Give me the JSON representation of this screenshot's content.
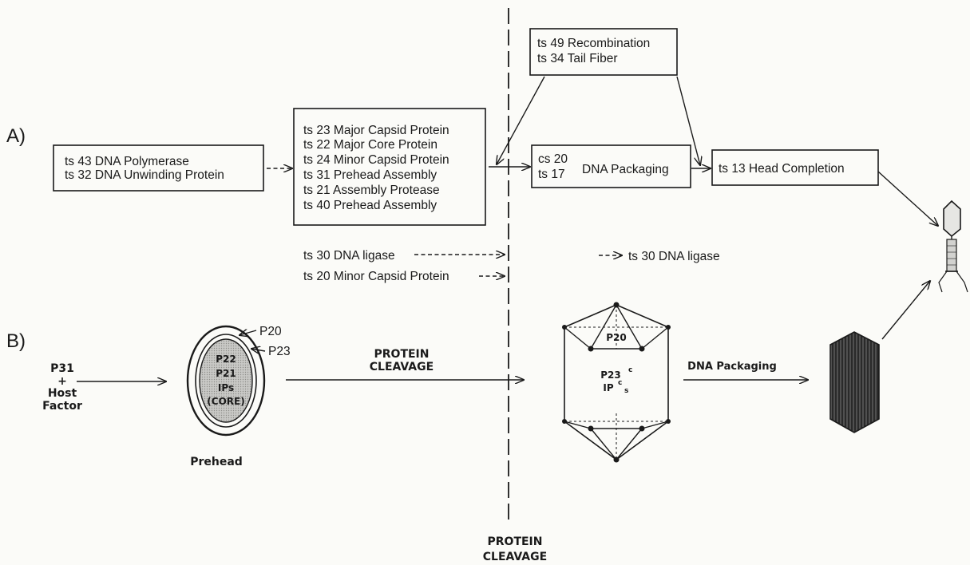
{
  "panel_a": {
    "label": "A)",
    "box1": [
      "ts 43 DNA Polymerase",
      "ts 32 DNA Unwinding Protein"
    ],
    "box2": [
      "ts 23 Major Capsid Protein",
      "ts 22 Major Core Protein",
      "ts 24 Minor Capsid Protein",
      "ts 31 Prehead Assembly",
      "ts 21 Assembly Protease",
      "ts 40 Prehead Assembly"
    ],
    "box_top": [
      "ts 49 Recombination",
      "ts 34 Tail Fiber"
    ],
    "box_pack": {
      "lines": [
        "cs 20",
        "ts 17"
      ],
      "label": "DNA Packaging"
    },
    "box_head": "ts 13 Head Completion",
    "ligase_left": "ts 30 DNA ligase",
    "minor_capsid": "ts 20 Minor Capsid Protein",
    "ligase_right": "ts 30 DNA ligase"
  },
  "panel_b": {
    "label": "B)",
    "start": [
      "P31",
      "+",
      "Host",
      "Factor"
    ],
    "prehead_outer_1": "P20",
    "prehead_outer_2": "P23",
    "core": [
      "P22",
      "P21",
      "IPs",
      "(CORE)"
    ],
    "prehead_caption": "Prehead",
    "cleavage_arrow_label": [
      "PROTEIN",
      "CLEAVAGE"
    ],
    "capsid_vertex": "P20",
    "capsid_body_1": "P23",
    "capsid_body_1_sup": "c",
    "capsid_body_2": "IP",
    "capsid_body_2_sup": "c",
    "capsid_body_2_sub": "s",
    "packaging": "DNA Packaging"
  },
  "divider_label": [
    "PROTEIN",
    "CLEAVAGE"
  ]
}
